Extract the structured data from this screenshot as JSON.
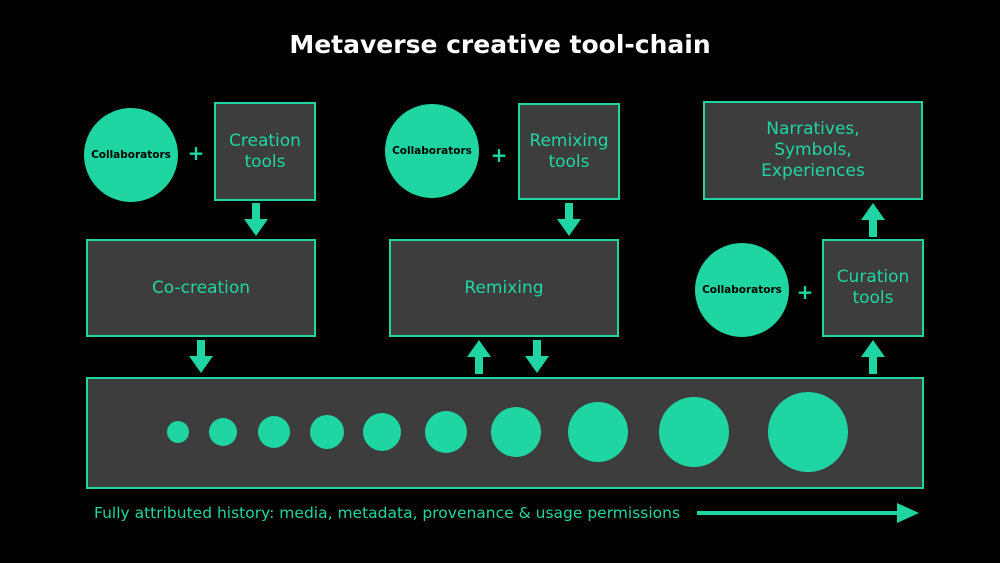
{
  "title": "Metaverse creative tool-chain",
  "colors": {
    "accent": "#1fd6a3",
    "box_fill": "#3d3d3d",
    "background": "#000000"
  },
  "group1": {
    "collaborators": "Collaborators",
    "plus": "+",
    "tools": "Creation\ntools",
    "result": "Co-creation"
  },
  "group2": {
    "collaborators": "Collaborators",
    "plus": "+",
    "tools": "Remixing\ntools",
    "result": "Remixing"
  },
  "group3": {
    "collaborators": "Collaborators",
    "plus": "+",
    "tools": "Curation\ntools",
    "result": "Narratives,\nSymbols,\nExperiences"
  },
  "history": {
    "label": "Fully attributed history: media, metadata, provenance & usage permissions",
    "dot_count": 10
  }
}
